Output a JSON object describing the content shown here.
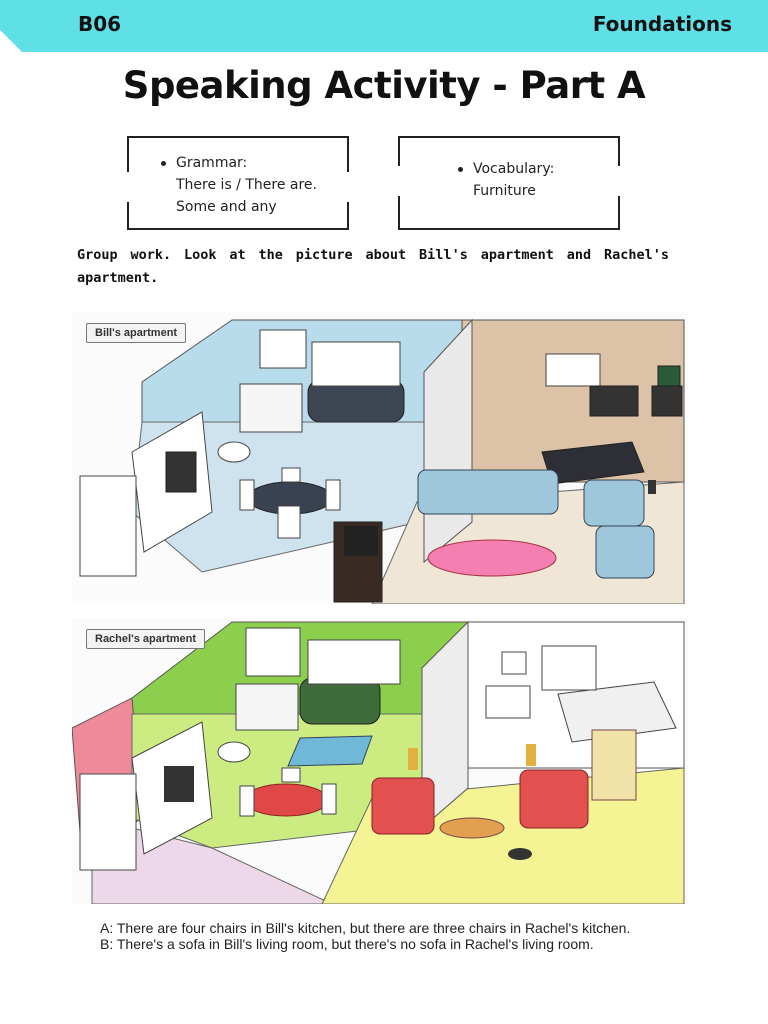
{
  "header": {
    "code": "B06",
    "series": "Foundations",
    "band_color": "#5fdfe6"
  },
  "title": "Speaking Activity - Part A",
  "boxes": [
    {
      "heading": "Grammar:",
      "lines": [
        "There is  / There are.",
        "Some and any"
      ]
    },
    {
      "heading": "Vocabulary:",
      "lines": [
        "Furniture"
      ]
    }
  ],
  "instruction": "Group work. Look at the picture about Bill's apartment and Rachel's apartment.",
  "illustrations": {
    "bill": {
      "label": "Bill's apartment"
    },
    "rachel": {
      "label": "Rachel's apartment"
    }
  },
  "captions": [
    "A: There are four chairs in Bill's kitchen, but there are three chairs in Rachel's kitchen.",
    "B: There's a sofa in Bill's living room, but there's no sofa in Rachel's living room."
  ]
}
